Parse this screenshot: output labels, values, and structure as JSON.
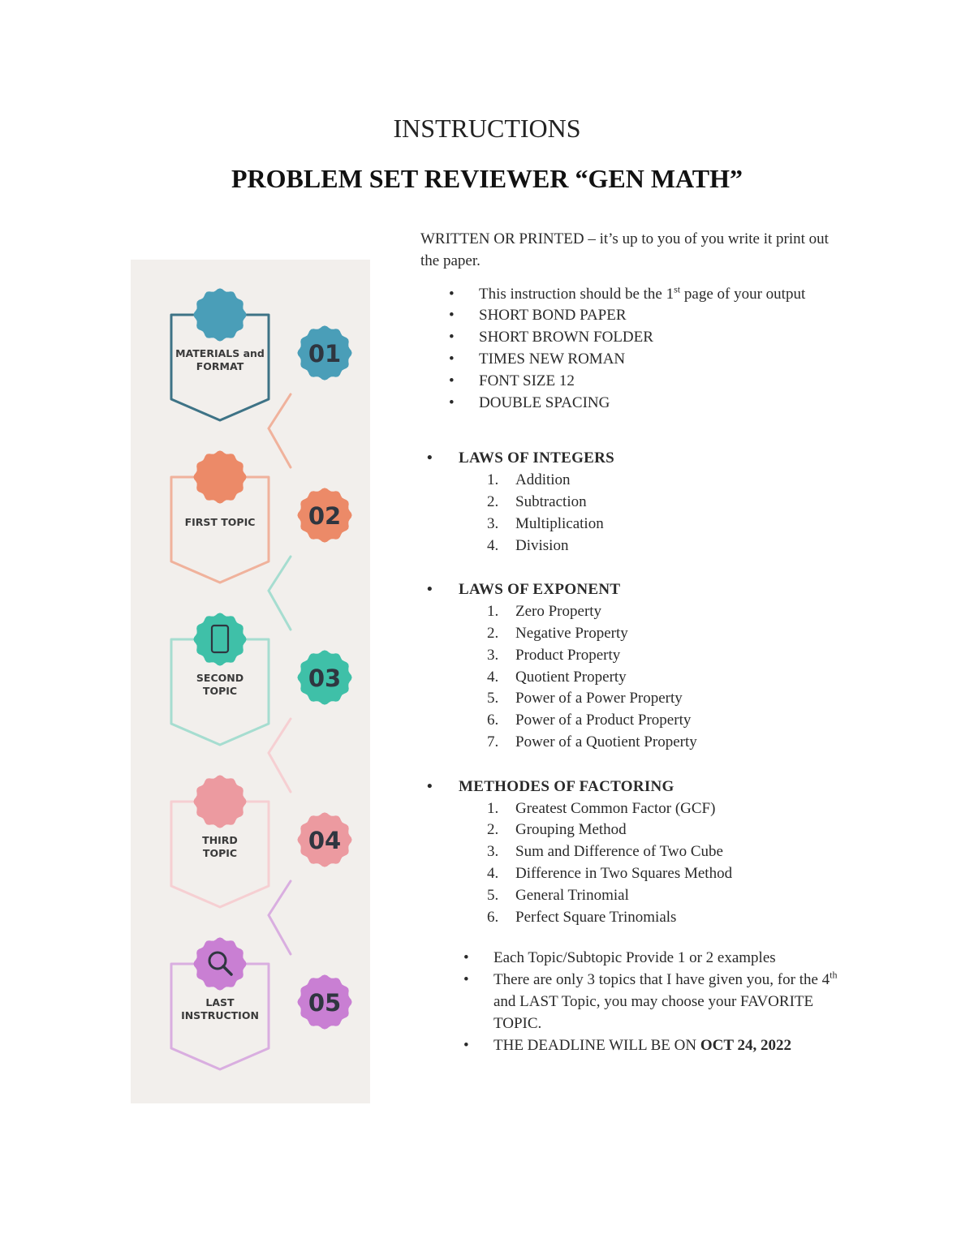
{
  "document": {
    "title": "INSTRUCTIONS",
    "subtitle": "PROBLEM SET REVIEWER “GEN MATH”"
  },
  "infographic": {
    "stages": [
      {
        "label_lines": [
          "MATERIALS and",
          "FORMAT"
        ],
        "number": "01",
        "color": "#4a9eb8",
        "outline": "#3e7386"
      },
      {
        "label_lines": [
          "FIRST TOPIC"
        ],
        "number": "02",
        "color": "#ec8a68",
        "outline": "#f0b29c"
      },
      {
        "label_lines": [
          "SECOND",
          "TOPIC"
        ],
        "number": "03",
        "color": "#3fc0a8",
        "outline": "#a6ddd0",
        "icon": "phone-icon"
      },
      {
        "label_lines": [
          "THIRD",
          "TOPIC"
        ],
        "number": "04",
        "color": "#ec9aa0",
        "outline": "#f6cfd2"
      },
      {
        "label_lines": [
          "LAST",
          "INSTRUCTION"
        ],
        "number": "05",
        "color": "#c97fd3",
        "outline": "#d9aee0",
        "icon": "magnifier-icon"
      }
    ]
  },
  "content": {
    "intro": "WRITTEN OR PRINTED – it’s up to you of you write it print out the paper.",
    "format_items": [
      {
        "prefix": "This instruction should be the 1",
        "sup": "st",
        "suffix": " page of your output"
      },
      {
        "prefix": "SHORT BOND PAPER"
      },
      {
        "prefix": "SHORT BROWN FOLDER"
      },
      {
        "prefix": "TIMES NEW ROMAN"
      },
      {
        "prefix": "FONT SIZE 12"
      },
      {
        "prefix": "DOUBLE SPACING"
      }
    ],
    "sections": [
      {
        "heading": "LAWS OF INTEGERS",
        "items": [
          "Addition",
          "Subtraction",
          "Multiplication",
          "Division"
        ]
      },
      {
        "heading": "LAWS OF EXPONENT",
        "items": [
          "Zero Property",
          "Negative Property",
          "Product Property",
          "Quotient Property",
          "Power of a Power Property",
          "Power of a Product Property",
          "Power of a Quotient Property"
        ]
      },
      {
        "heading": "METHODES OF FACTORING",
        "items": [
          "Greatest Common Factor (GCF)",
          "Grouping Method",
          "Sum and Difference of Two Cube",
          "Difference in Two Squares Method",
          "General Trinomial",
          "Perfect Square Trinomials"
        ]
      }
    ],
    "notes": {
      "note1": "Each Topic/Subtopic Provide 1 or 2 examples",
      "note2_a": "There are only 3 topics that I have given you,  for the 4",
      "note2_sup": "th",
      "note2_b": " and LAST Topic,  you may choose your FAVORITE TOPIC.",
      "note3_a": "THE DEADLINE WILL BE ON ",
      "note3_b": "OCT 24, 2022"
    }
  }
}
